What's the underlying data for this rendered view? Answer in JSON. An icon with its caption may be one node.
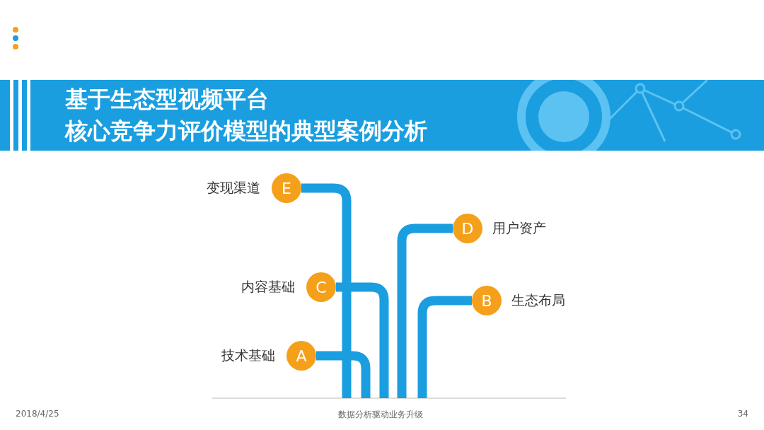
{
  "diagram": {
    "title": "基于生态型视频平台核心竞争力评价模型的典型案例分析",
    "nodes": [
      {
        "text": [
          "E"
        ],
        "beside": [
          "变现渠道"
        ]
      },
      {
        "text": [
          "D"
        ],
        "beside": [
          "用户资产"
        ]
      },
      {
        "text": [
          "C"
        ],
        "beside": [
          "内容基础"
        ]
      },
      {
        "text": [
          "B"
        ],
        "beside": [
          "生态布局"
        ]
      },
      {
        "text": [
          "A"
        ],
        "beside": [
          "技术基础"
        ]
      }
    ],
    "edges": [
      {
        "from": 0,
        "to": null,
        "arrow": "none"
      },
      {
        "from": 1,
        "to": null,
        "arrow": "none"
      },
      {
        "from": 2,
        "to": null,
        "arrow": "none"
      },
      {
        "from": 3,
        "to": null,
        "arrow": "none"
      },
      {
        "from": 4,
        "to": null,
        "arrow": "none"
      }
    ],
    "labels": [
      "2018/4/25",
      "数据分析驱动业务升级",
      "34"
    ]
  }
}
